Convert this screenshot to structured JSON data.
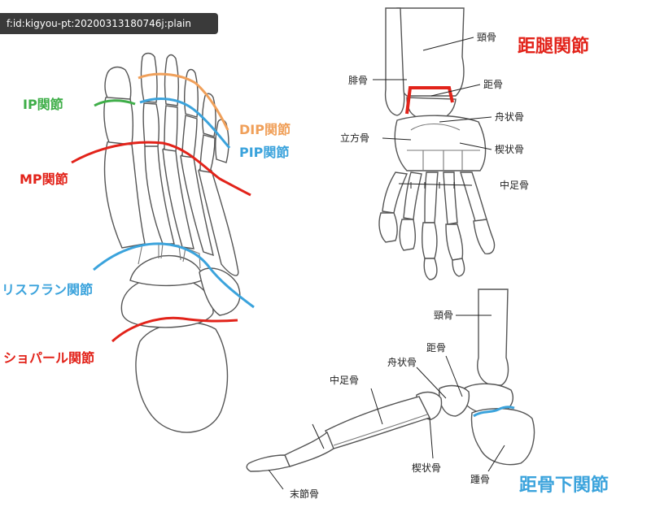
{
  "image_id_tag": "f:id:kigyou-pt:20200313180746j:plain",
  "colors": {
    "red": "#e2231a",
    "blue": "#3ba3dc",
    "green": "#3fae49",
    "orange": "#f0a05a",
    "ink": "#222222"
  },
  "foot_top": {
    "ip": "IP関節",
    "dip": "DIP関節",
    "pip": "PIP関節",
    "mp": "MP関節",
    "lisfranc": "リスフラン関節",
    "chopart": "ショパール関節"
  },
  "ankle_front": {
    "title": "距腿関節",
    "tibia": "頸骨",
    "fibula": "腓骨",
    "talus": "距骨",
    "navicular": "舟状骨",
    "cuboid": "立方骨",
    "cuneiform": "楔状骨",
    "metatarsal": "中足骨"
  },
  "foot_side": {
    "title": "距骨下関節",
    "tibia": "頸骨",
    "talus": "距骨",
    "navicular": "舟状骨",
    "metatarsal": "中足骨",
    "cuneiform": "楔状骨",
    "calcaneus": "踵骨",
    "distal_phalanx": "末節骨"
  }
}
